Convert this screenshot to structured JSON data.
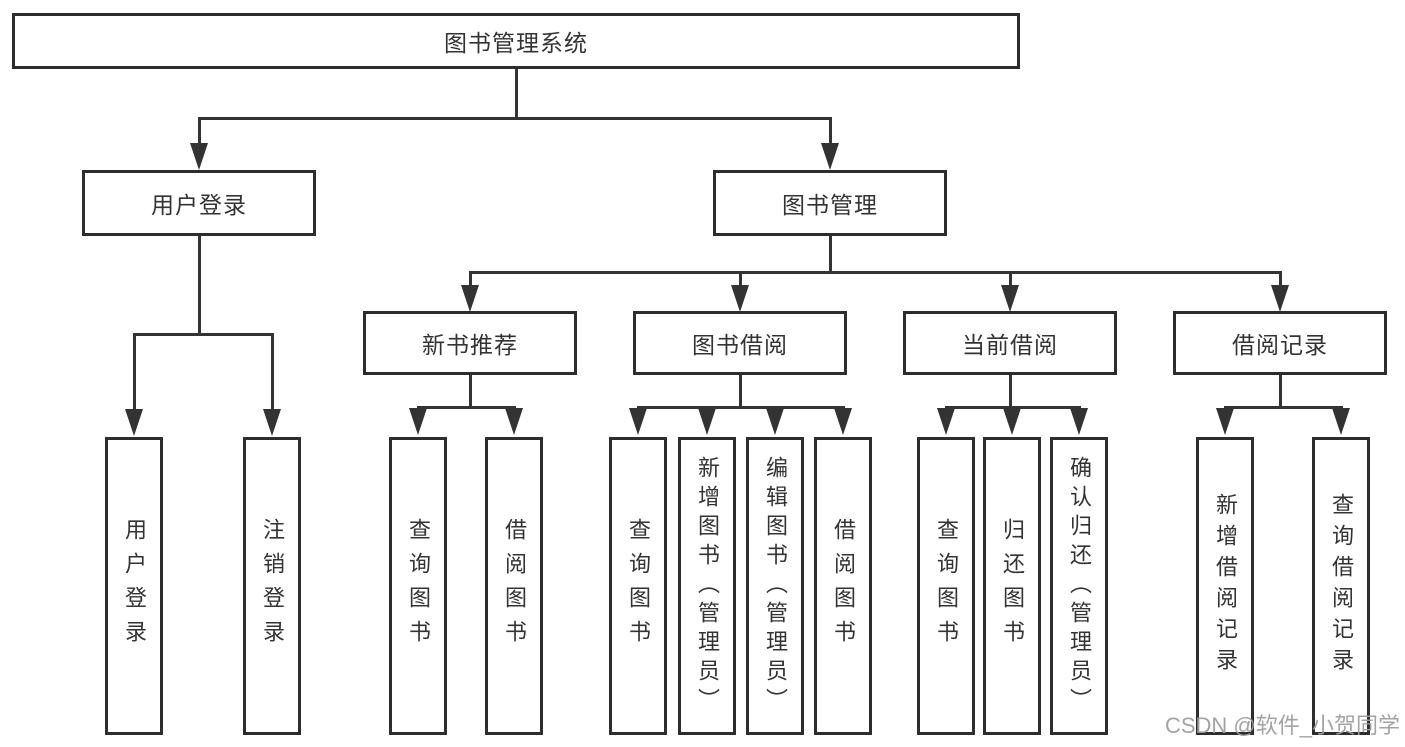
{
  "diagram_title": "图书管理系统",
  "tree": {
    "root": "图书管理系统",
    "user_login_branch": {
      "label": "用户登录",
      "leaves": [
        "用户登录",
        "注销登录"
      ]
    },
    "book_mgmt_branch": {
      "label": "图书管理",
      "children": [
        {
          "label": "新书推荐",
          "leaves": [
            "查询图书",
            "借阅图书"
          ]
        },
        {
          "label": "图书借阅",
          "leaves": [
            "查询图书",
            "新增图书（管理员）",
            "编辑图书（管理员）",
            "借阅图书"
          ]
        },
        {
          "label": "当前借阅",
          "leaves": [
            "查询图书",
            "归还图书",
            "确认归还（管理员）"
          ]
        },
        {
          "label": "借阅记录",
          "leaves": [
            "新增借阅记录",
            "查询借阅记录"
          ]
        }
      ]
    }
  },
  "watermark": "CSDN @软件_小贺同学",
  "colors": {
    "background": "#ffffff",
    "box_fill": "#ffffff",
    "box_border": "#2d2d2d",
    "line": "#333333",
    "text": "#333333",
    "watermark": "#9e9e9e"
  }
}
